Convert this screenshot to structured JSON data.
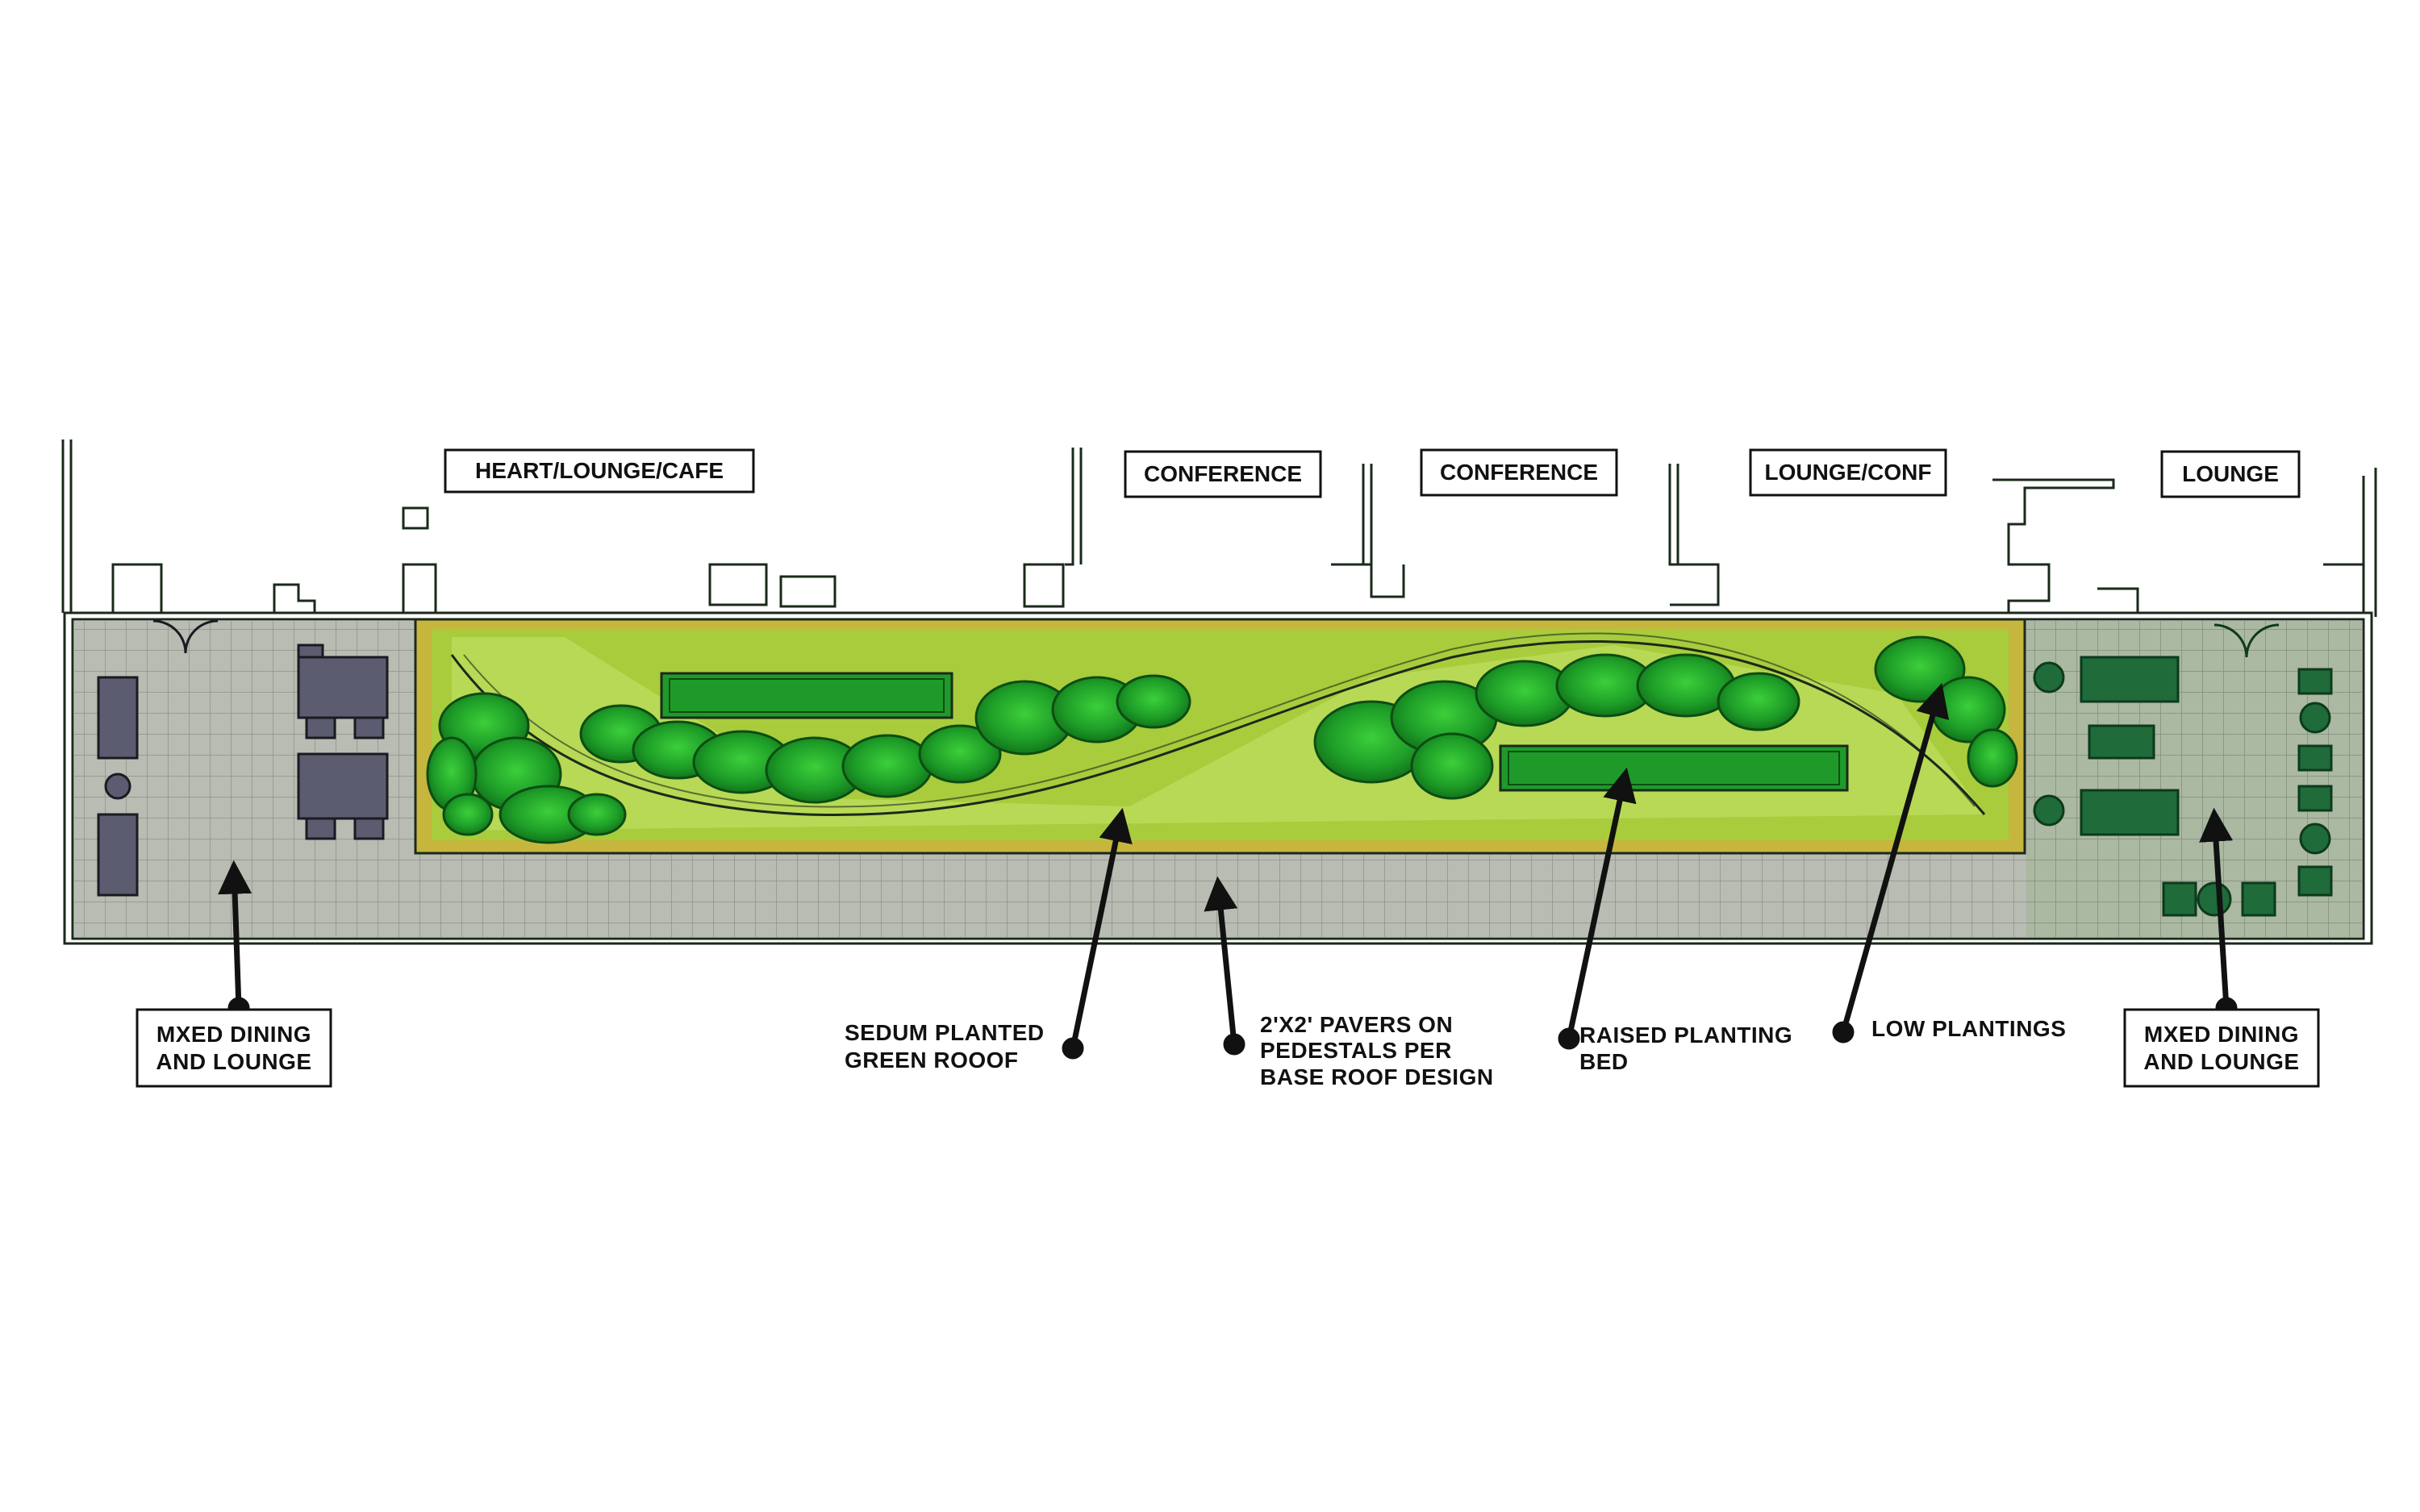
{
  "rooms": [
    {
      "id": "heart",
      "label": "HEART/LOUNGE/CAFE"
    },
    {
      "id": "conf1",
      "label": "CONFERENCE"
    },
    {
      "id": "conf2",
      "label": "CONFERENCE"
    },
    {
      "id": "lounge-conf",
      "label": "LOUNGE/CONF"
    },
    {
      "id": "lounge",
      "label": "LOUNGE"
    }
  ],
  "callouts": {
    "mixed_left": {
      "line1": "MXED DINING",
      "line2": "AND LOUNGE"
    },
    "sedum": {
      "line1": "SEDUM PLANTED",
      "line2": "GREEN ROOOF"
    },
    "pavers": {
      "line1": "2'X2' PAVERS ON",
      "line2": "PEDESTALS PER",
      "line3": "BASE ROOF DESIGN"
    },
    "raised": {
      "line1": "RAISED PLANTING",
      "line2": "BED"
    },
    "low": {
      "line1": "LOW PLANTINGS"
    },
    "mixed_right": {
      "line1": "MXED DINING",
      "line2": "AND LOUNGE"
    }
  },
  "colors": {
    "paving": "#b8bcb2",
    "sedum": "#a8cc3c",
    "sedum_edge": "#c9b43c",
    "shrub": "#1f9a2a",
    "shrub_dark": "#116a1a",
    "furniture_left": "#5c5c70",
    "furniture_right": "#1f6b3a",
    "ink": "#1a2a1a"
  }
}
